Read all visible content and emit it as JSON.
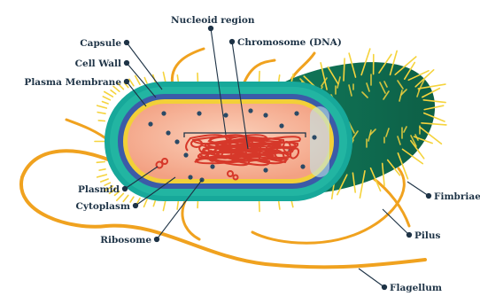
{
  "diagram": {
    "labels": {
      "nucleoid_region": "Nucleoid region",
      "chromosome": "Chromosome (DNA)",
      "capsule": "Capsule",
      "cell_wall": "Cell Wall",
      "plasma_membrane": "Plasma Membrane",
      "plasmid": "Plasmid",
      "cytoplasm": "Cytoplasm",
      "ribosome": "Ribosome",
      "fimbriae": "Fimbriae",
      "pilus": "Pilus",
      "flagellum": "Flagellum"
    },
    "colors": {
      "capsule_teal": "#17a89a",
      "capsule_dark": "#0e6b4f",
      "cell_wall_blue": "#3b5ba8",
      "membrane_yellow": "#f2d038",
      "cytoplasm_salmon": "#f5a98c",
      "dna_red": "#d6382a",
      "ribosome_navy": "#2a4a66",
      "appendage_orange": "#f0a21f",
      "fimbriae_yellow": "#f5d33c",
      "label_navy": "#1e3346"
    }
  }
}
